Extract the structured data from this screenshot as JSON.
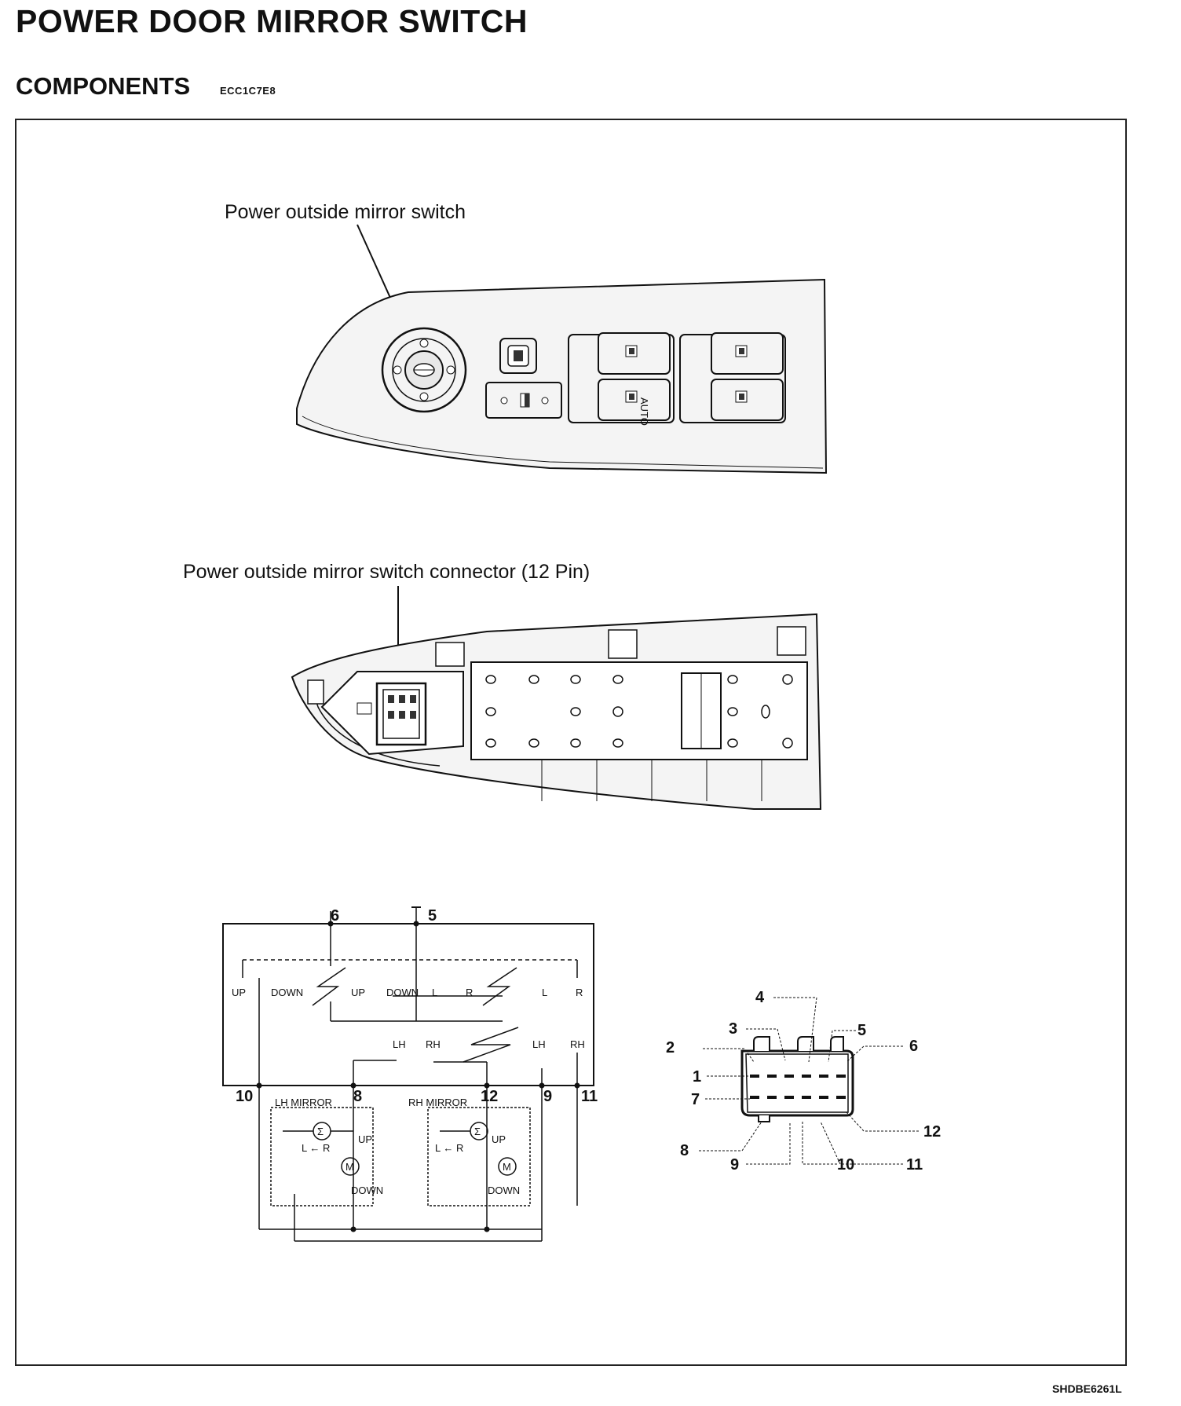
{
  "page": {
    "title": "POWER DOOR MIRROR SWITCH",
    "subtitle": "COMPONENTS",
    "section_code": "ECC1C7E8",
    "figure_code": "SHDBE6261L"
  },
  "callouts": {
    "switch": "Power outside mirror switch",
    "connector": "Power outside mirror switch connector (12 Pin)"
  },
  "switch_panel": {
    "auto_label": "AUTO"
  },
  "schematic": {
    "pins_top": [
      "6",
      "5"
    ],
    "pins_bottom": [
      "10",
      "8",
      "12",
      "9",
      "11"
    ],
    "switch_labels": [
      "UP",
      "DOWN",
      "UP",
      "DOWN",
      "L",
      "R",
      "L",
      "R"
    ],
    "selector_labels": [
      "LH",
      "RH",
      "LH",
      "RH"
    ],
    "lh_mirror": {
      "label": "LH MIRROR",
      "lr": "L ← R",
      "up": "UP",
      "down": "DOWN"
    },
    "rh_mirror": {
      "label": "RH MIRROR",
      "lr": "L ← R",
      "up": "UP",
      "down": "DOWN"
    }
  },
  "connector_pinout": {
    "pins": [
      "1",
      "2",
      "3",
      "4",
      "5",
      "6",
      "7",
      "8",
      "9",
      "10",
      "11",
      "12"
    ]
  },
  "colors": {
    "ink": "#111111",
    "panel": "#f4f4f4",
    "background": "#ffffff"
  }
}
